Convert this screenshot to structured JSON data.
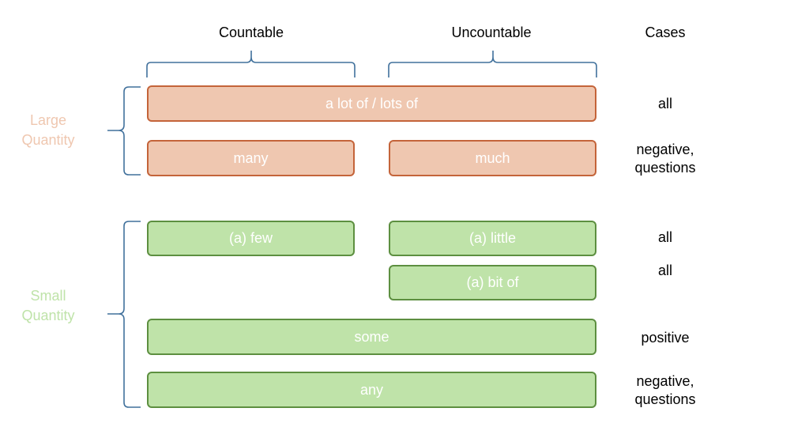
{
  "headers": {
    "countable": "Countable",
    "uncountable": "Uncountable",
    "cases": "Cases"
  },
  "groups": {
    "large": {
      "label_line1": "Large",
      "label_line2": "Quantity",
      "color": "#efc7b0",
      "border": "#c4643a"
    },
    "small": {
      "label_line1": "Small",
      "label_line2": "Quantity",
      "color": "#bfe3a9",
      "border": "#5d8f40"
    }
  },
  "boxes": {
    "lots_of": "a lot of / lots of",
    "many": "many",
    "much": "much",
    "few": "(a) few",
    "little": "(a) little",
    "bit_of": "(a) bit of",
    "some": "some",
    "any": "any"
  },
  "cases": {
    "lots_of": "all",
    "many_much_line1": "negative,",
    "many_much_line2": "questions",
    "few_little": "all",
    "bit_of": "all",
    "some": "positive",
    "any_line1": "negative,",
    "any_line2": "questions"
  },
  "bracket_color": "#41719c"
}
